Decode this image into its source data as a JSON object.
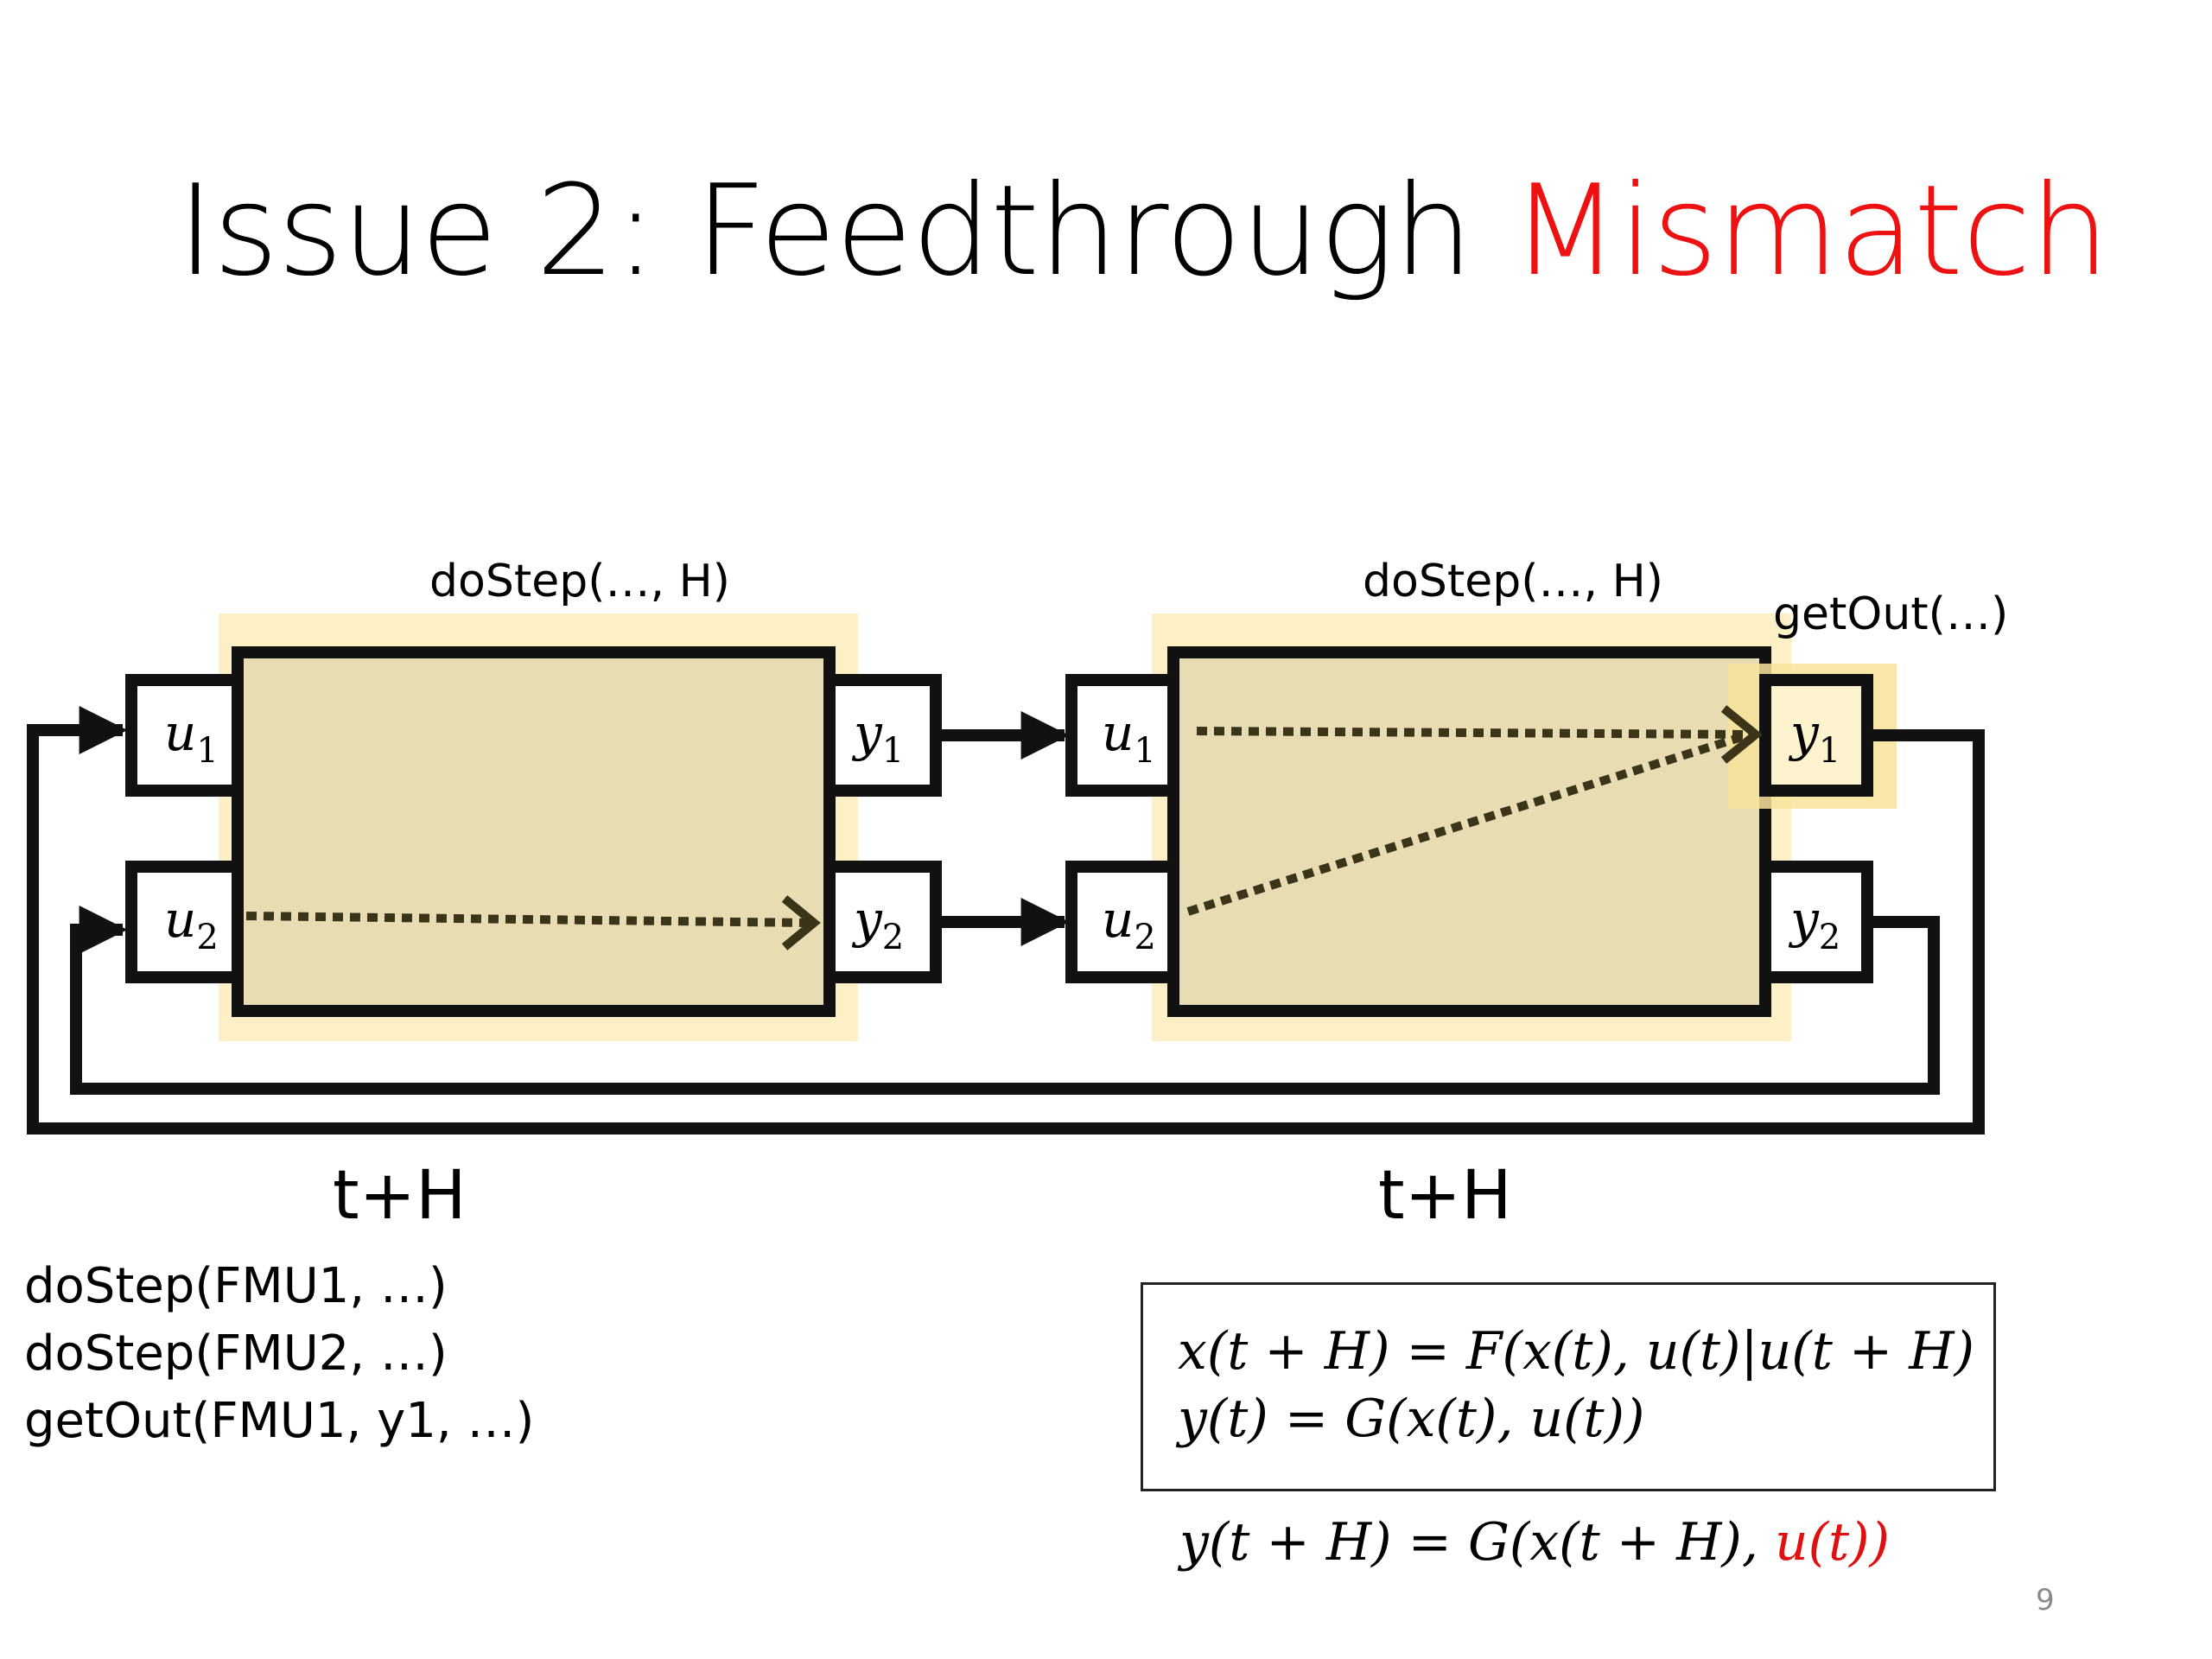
{
  "slide": {
    "title_main": "Issue 2: Feedthrough ",
    "title_accent": "Mismatch",
    "page_number": "9"
  },
  "fmu1": {
    "call_label": "doStep(…, H)",
    "time_label": "t+H",
    "inputs": [
      "u",
      "u"
    ],
    "input_subs": [
      "1",
      "2"
    ],
    "outputs": [
      "y",
      "y"
    ],
    "output_subs": [
      "1",
      "2"
    ]
  },
  "fmu2": {
    "call_label": "doStep(…, H)",
    "getout_label": "getOut(…)",
    "time_label": "t+H",
    "inputs": [
      "u",
      "u"
    ],
    "input_subs": [
      "1",
      "2"
    ],
    "outputs": [
      "y",
      "y"
    ],
    "output_subs": [
      "1",
      "2"
    ]
  },
  "call_sequence": [
    "doStep(FMU1, …)",
    "doStep(FMU2, …)",
    "getOut(FMU1, y1, …)"
  ],
  "equations": {
    "state_update": "x(t + H) = F(x(t), u(t)|u(t + H)",
    "output": "y(t) = G(x(t), u(t))",
    "mismatch_prefix": "y(t + H) = G(x(t + H), ",
    "mismatch_red": "u(t))"
  },
  "colors": {
    "title_accent": "#ee1111",
    "box_fill": "#e8dcb2",
    "box_glow": "#fdf0c6",
    "highlight": "#f7e39a",
    "stroke": "#111111",
    "dotted": "#3b3418",
    "eq_red": "#e01010"
  }
}
